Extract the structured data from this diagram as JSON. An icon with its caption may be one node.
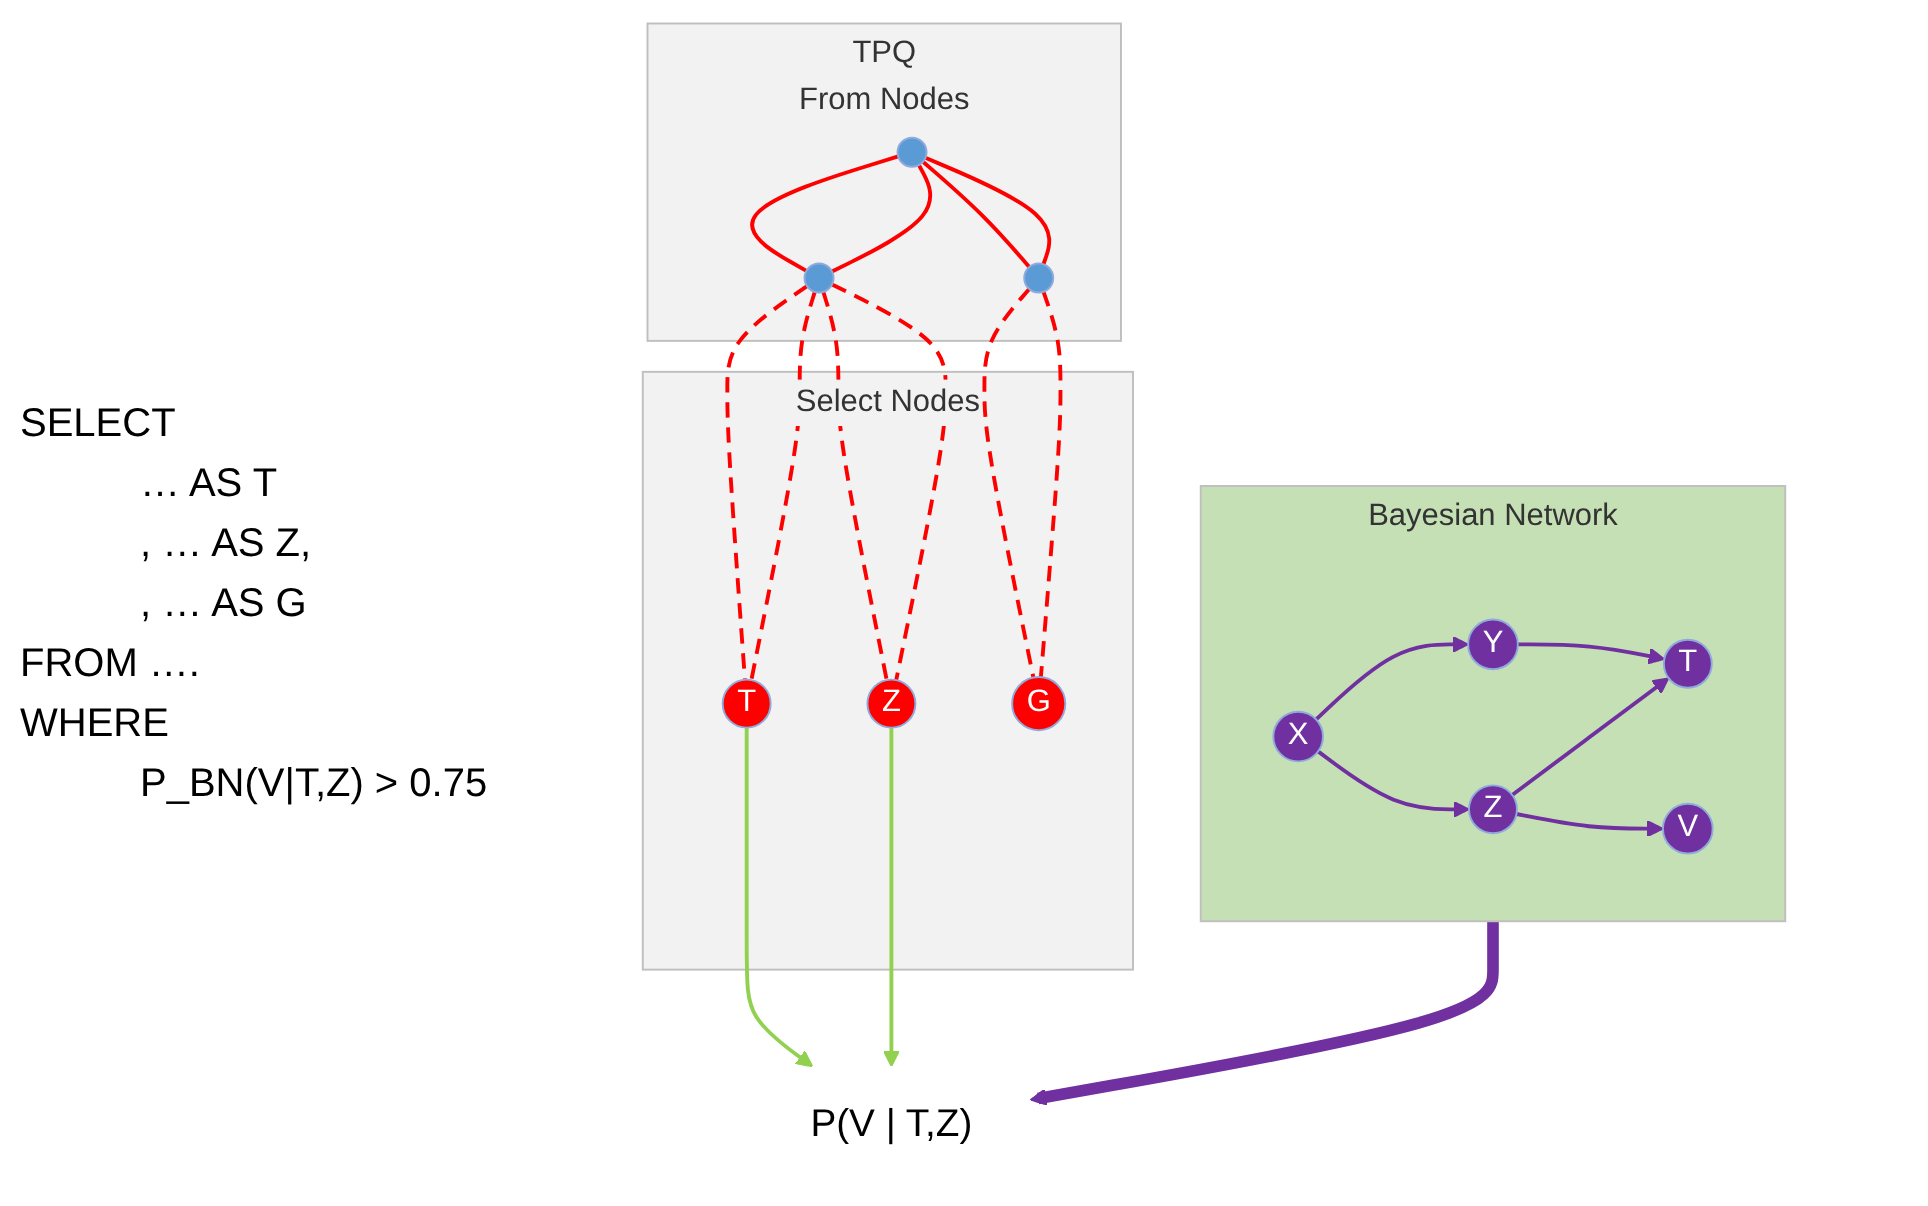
{
  "diagram": {
    "nodes": [
      {
        "text": [
          "TPQ",
          "From Nodes"
        ]
      },
      {
        "text": [],
        "shape": "circle",
        "in": 0
      },
      {
        "text": [],
        "shape": "circle",
        "in": 0
      },
      {
        "text": [],
        "shape": "circle",
        "in": 0
      },
      {
        "text": [
          "Select Nodes"
        ]
      },
      {
        "text": [
          "T"
        ],
        "in": 4
      },
      {
        "text": [
          "Z"
        ],
        "in": 4
      },
      {
        "text": [
          "G"
        ],
        "in": 4
      },
      {
        "text": [
          "Bayesian Network"
        ]
      },
      {
        "text": [
          "X"
        ],
        "in": 8
      },
      {
        "text": [
          "Y"
        ],
        "in": 8
      },
      {
        "text": [
          "Z"
        ],
        "in": 8
      },
      {
        "text": [
          "T"
        ],
        "in": 8
      },
      {
        "text": [
          "V"
        ],
        "in": 8
      },
      {
        "text": [
          "P(V | T,Z)"
        ]
      }
    ],
    "edges": [
      {
        "from": 1,
        "to": 3,
        "arrow": "none"
      },
      {
        "from": 1,
        "to": 3,
        "arrow": "none"
      },
      {
        "from": 1,
        "to": 2,
        "arrow": "none"
      },
      {
        "from": 1,
        "to": 2,
        "arrow": "none"
      },
      {
        "from": 3,
        "to": 5,
        "arrow": "none",
        "style": "dashed"
      },
      {
        "from": 3,
        "to": 5,
        "arrow": "none",
        "style": "dashed"
      },
      {
        "from": 3,
        "to": 6,
        "arrow": "none",
        "style": "dashed"
      },
      {
        "from": 3,
        "to": 6,
        "arrow": "none",
        "style": "dashed"
      },
      {
        "from": 2,
        "to": 7,
        "arrow": "none",
        "style": "dashed"
      },
      {
        "from": 2,
        "to": 7,
        "arrow": "none",
        "style": "dashed"
      },
      {
        "from": 9,
        "to": 10,
        "arrow": "to",
        "color": "#7030a0"
      },
      {
        "from": 9,
        "to": 11,
        "arrow": "to",
        "color": "#7030a0"
      },
      {
        "from": 10,
        "to": 12,
        "arrow": "to",
        "color": "#7030a0"
      },
      {
        "from": 11,
        "to": 12,
        "arrow": "to",
        "color": "#7030a0"
      },
      {
        "from": 11,
        "to": 13,
        "arrow": "to",
        "color": "#7030a0"
      },
      {
        "from": 8,
        "to": 14,
        "arrow": "to",
        "style": "thick",
        "color": "#7030a0"
      },
      {
        "from": 5,
        "to": 14,
        "arrow": "to",
        "color": "#92d050"
      },
      {
        "from": 6,
        "to": 14,
        "arrow": "to",
        "color": "#92d050"
      }
    ],
    "labels": [
      "SELECT",
      "… AS T",
      ", … AS Z,",
      ", … AS G",
      "FROM ….",
      "WHERE",
      "P_BN(V|T,Z) > 0.75"
    ]
  }
}
